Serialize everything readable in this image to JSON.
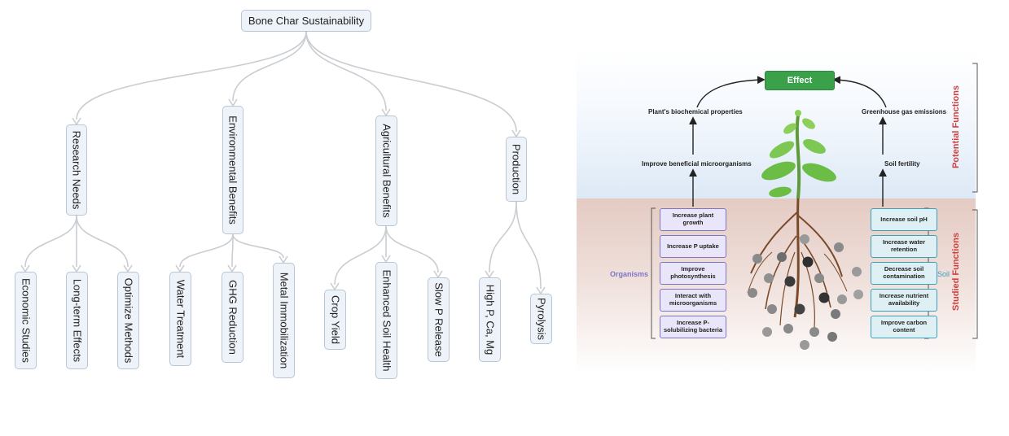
{
  "tree": {
    "root": "Bone Char Sustainability",
    "branches": [
      {
        "label": "Research Needs",
        "children": [
          "Economic Studies",
          "Long-term Effects",
          "Optimize Methods"
        ]
      },
      {
        "label": "Environmental Benefits",
        "children": [
          "Water Treatment",
          "GHG Reduction",
          "Metal Immobilization"
        ]
      },
      {
        "label": "Agricultural Benefits",
        "children": [
          "Crop Yield",
          "Enhanced Soil Health",
          "Slow P Release"
        ]
      },
      {
        "label": "Production",
        "children": [
          "High P, Ca, Mg",
          "Pyrolysis"
        ]
      }
    ]
  },
  "figure": {
    "effect": "Effect",
    "left_chain": {
      "top": "Plant's biochemical properties",
      "mid": "Improve beneficial microorganisms"
    },
    "right_chain": {
      "top": "Greenhouse gas emissions",
      "mid": "Soil fertility"
    },
    "organisms_label": "Organisms",
    "soil_label": "Soil",
    "organisms": [
      "Increase plant growth",
      "Increase P uptake",
      "Improve photosynthesis",
      "Interact with microorganisms",
      "Increase P-solubilizing bacteria"
    ],
    "soil": [
      "Increase soil pH",
      "Increase water retention",
      "Decrease soil contamination",
      "Increase nutrient availability",
      "Improve carbon content"
    ],
    "potential_label": "Potential Functions",
    "studied_label": "Studied Functions",
    "colors": {
      "effect": "#3aa14a",
      "organisms": "#7d75c8",
      "soil": "#3a9fb8",
      "side_labels": "#d04040"
    }
  }
}
